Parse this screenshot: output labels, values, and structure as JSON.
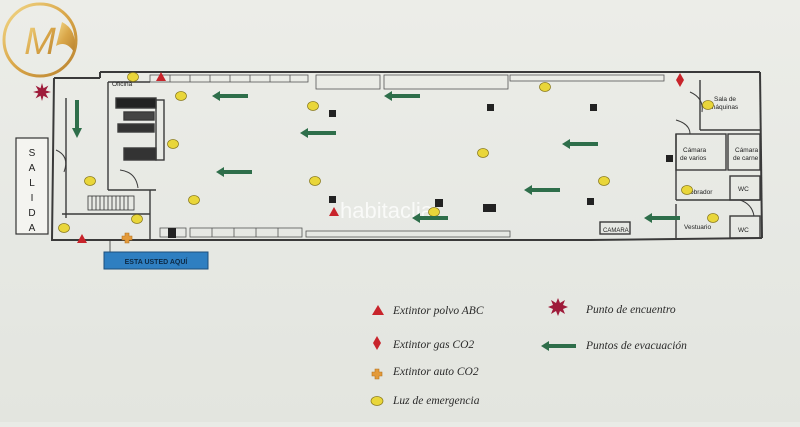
{
  "logo": {
    "letter": "M"
  },
  "exit_sign": [
    "S",
    "A",
    "L",
    "I",
    "D",
    "A"
  ],
  "you_are_here": "ESTA USTED AQUÍ",
  "rooms": {
    "oficina": "Oficina",
    "maquinas_1": "Sala de",
    "maquinas_2": "máquinas",
    "varios_1": "Cámara",
    "varios_2": "de varios",
    "carne_1": "Cámara",
    "carne_2": "de carne",
    "obrador": "obrador",
    "wc1": "WC",
    "wc2": "WC",
    "vestuario": "Vestuario",
    "camara": "CAMARA"
  },
  "watermark": "habitaclia",
  "legend": {
    "extintor_polvo": "Extintor polvo ABC",
    "extintor_gas": "Extintor gas CO2",
    "extintor_auto": "Extintor auto CO2",
    "luz_emergencia": "Luz de emergencia",
    "punto_encuentro": "Punto de encuentro",
    "puntos_evacuacion": "Puntos de evacuación"
  },
  "colors": {
    "extinguisher_red": "#c8242b",
    "arrow_green": "#2e6e4a",
    "light_yellow": "#e9d63a",
    "auto_orange": "#e39a3a",
    "meeting_red": "#9e1b3a",
    "you_are_here_blue": "#2f7fc1",
    "wall": "#3a3a3a"
  }
}
